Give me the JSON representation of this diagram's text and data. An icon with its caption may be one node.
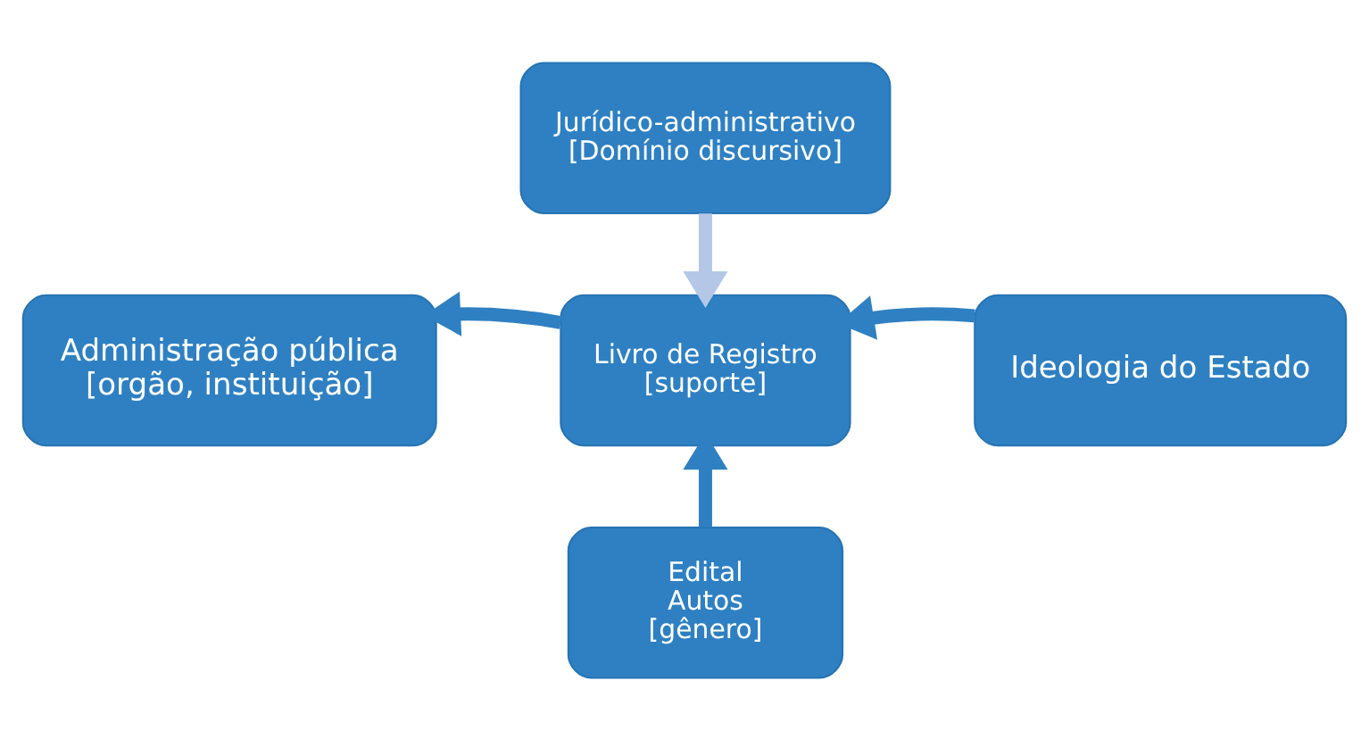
{
  "diagram": {
    "nodes": [
      {
        "text": [
          "Jurídico-administrativo [Domínio discursivo]"
        ]
      },
      {
        "text": [
          "Administração pública [orgão, instituição]"
        ]
      },
      {
        "text": [
          "Livro de Registro [suporte]"
        ]
      },
      {
        "text": [
          "Ideologia do Estado"
        ]
      },
      {
        "text": [
          "Edital",
          "Autos",
          "[gênero]"
        ]
      }
    ],
    "edges": [
      {
        "from": 0,
        "to": 2,
        "arrow": "to",
        "color": "#b4c7e7"
      },
      {
        "from": 2,
        "to": 1,
        "arrow": "to"
      },
      {
        "from": 3,
        "to": 2,
        "arrow": "to"
      },
      {
        "from": 4,
        "to": 2,
        "arrow": "to"
      }
    ]
  }
}
